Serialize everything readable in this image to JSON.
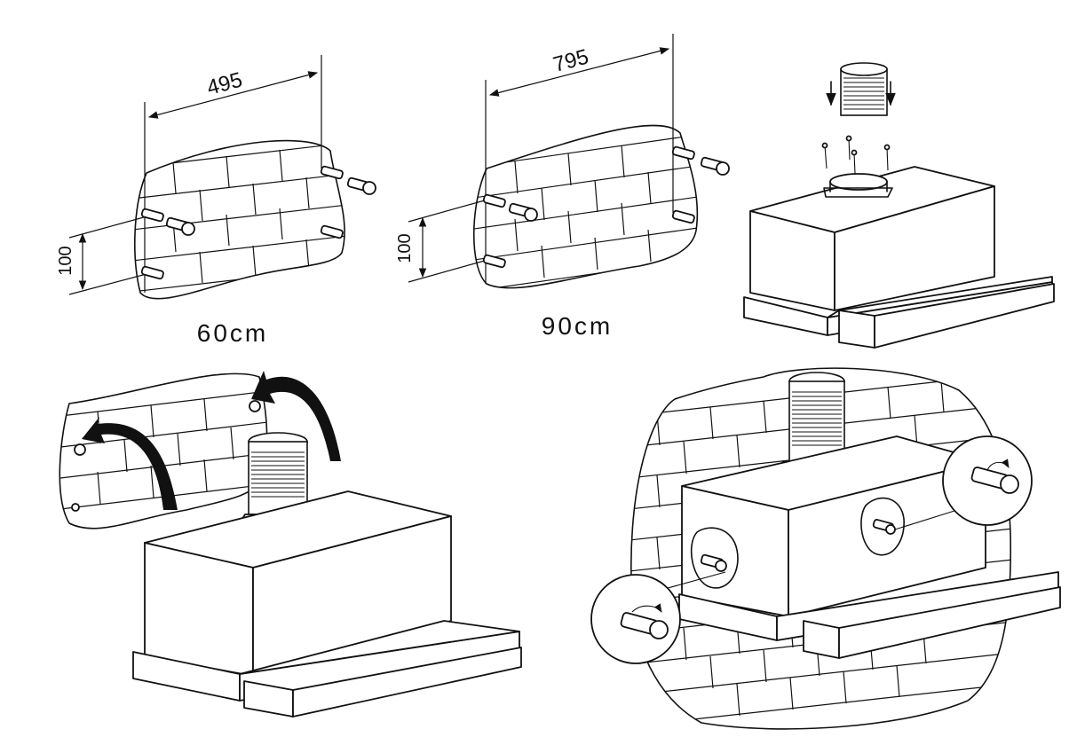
{
  "panel_60": {
    "width_label": "495",
    "height_label": "100",
    "caption": "60cm"
  },
  "panel_90": {
    "width_label": "795",
    "height_label": "100",
    "caption": "90cm"
  }
}
